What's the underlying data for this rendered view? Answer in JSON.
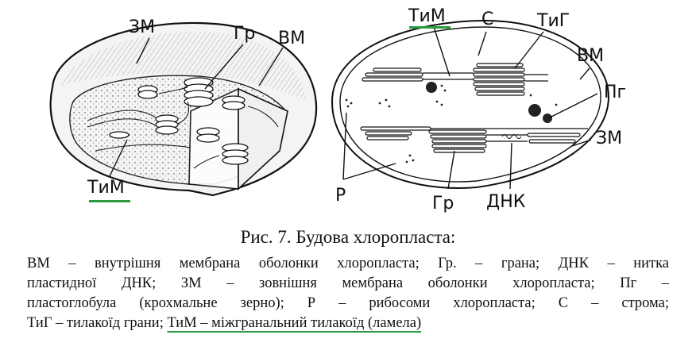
{
  "figure": {
    "left_labels": {
      "zm": "ЗМ",
      "gr": "Гр",
      "vm": "ВМ",
      "tym": "ТиМ"
    },
    "right_labels": {
      "tym": "ТиМ",
      "s": "С",
      "tyg": "ТиГ",
      "vm": "ВМ",
      "pg": "Пг",
      "zm": "ЗМ",
      "r": "Р",
      "gr": "Гр",
      "dnk": "ДНК"
    },
    "highlight_color": "#2a9a3e"
  },
  "caption": {
    "title": "Рис. 7. Будова хлоропласта:",
    "legend_lines": [
      "ВМ – внутрішня мембрана оболонки хлоропласта; Гр. – грана; ДНК – нитка",
      "пластидної ДНК; ЗМ – зовнішня мембрана оболонки хлоропласта; Пг –",
      "пластоглобула (крохмальне зерно); Р – рибосоми хлоропласта; С – строма;"
    ],
    "last_line_plain": "ТиГ – тилакоїд грани; ",
    "last_line_highlight": "ТиМ – міжгранальний тилакоїд (ламела)"
  }
}
